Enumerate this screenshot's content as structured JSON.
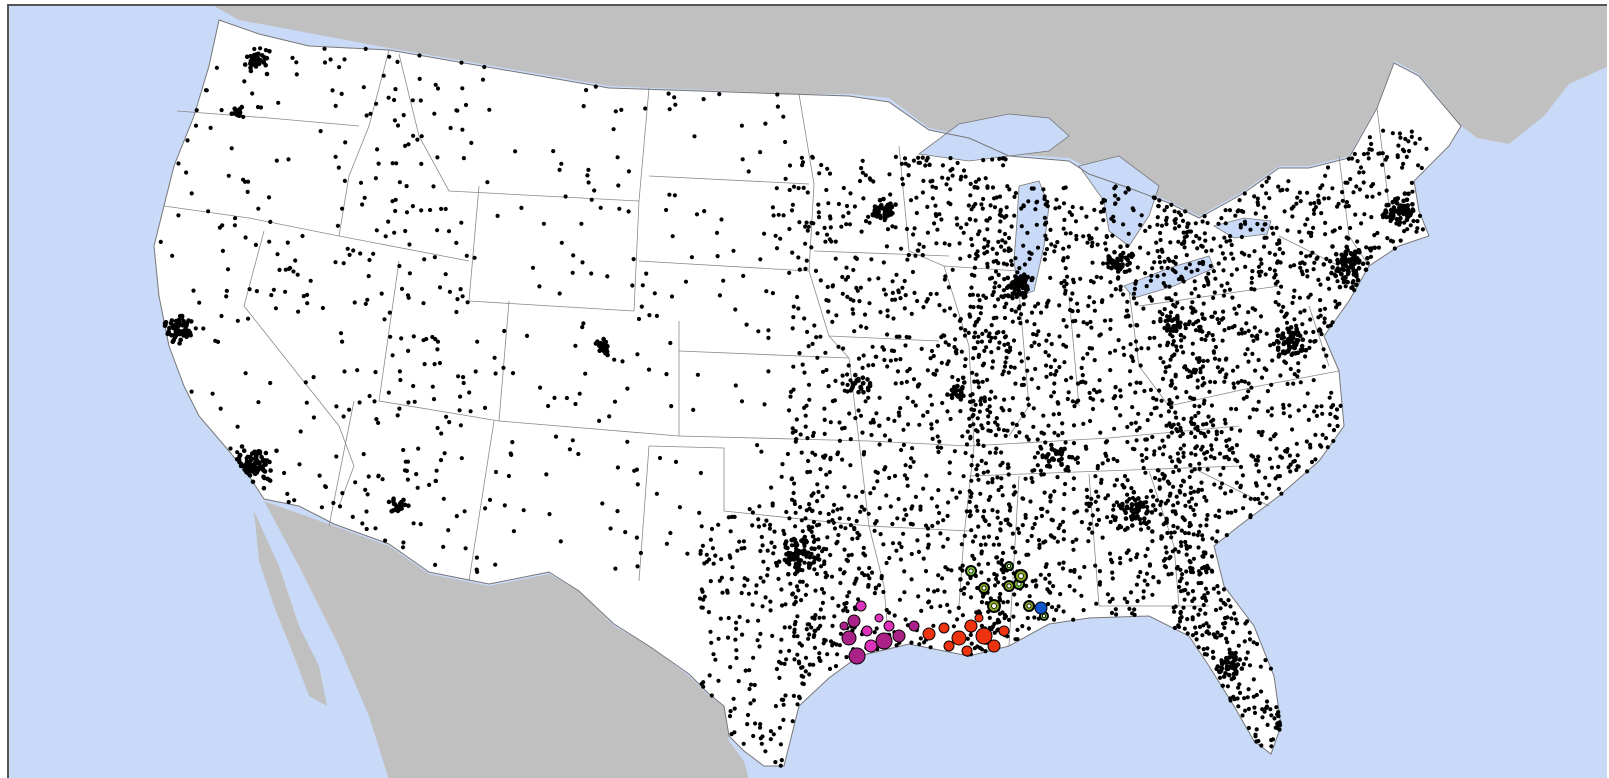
{
  "map": {
    "colors": {
      "ocean": "#c9daf8",
      "foreign_land": "#c0c0c0",
      "us_land": "#ffffff",
      "state_border": "#8a8a8a",
      "coast": "#777777",
      "station_dot": "#000000",
      "frame_border": "#555555"
    },
    "marker_categories": [
      {
        "name": "dark-point-stations",
        "fill": "#000000"
      },
      {
        "name": "magenta-cluster",
        "fill": "#dd33bb"
      },
      {
        "name": "purple-cluster",
        "fill": "#aa2288"
      },
      {
        "name": "red-cluster",
        "fill": "#ee3311"
      },
      {
        "name": "green-ring-cluster",
        "fill": "#77cc33"
      },
      {
        "name": "olive-ring-cluster",
        "fill": "#88aa22"
      },
      {
        "name": "blue-marker",
        "fill": "#1155cc"
      }
    ]
  }
}
